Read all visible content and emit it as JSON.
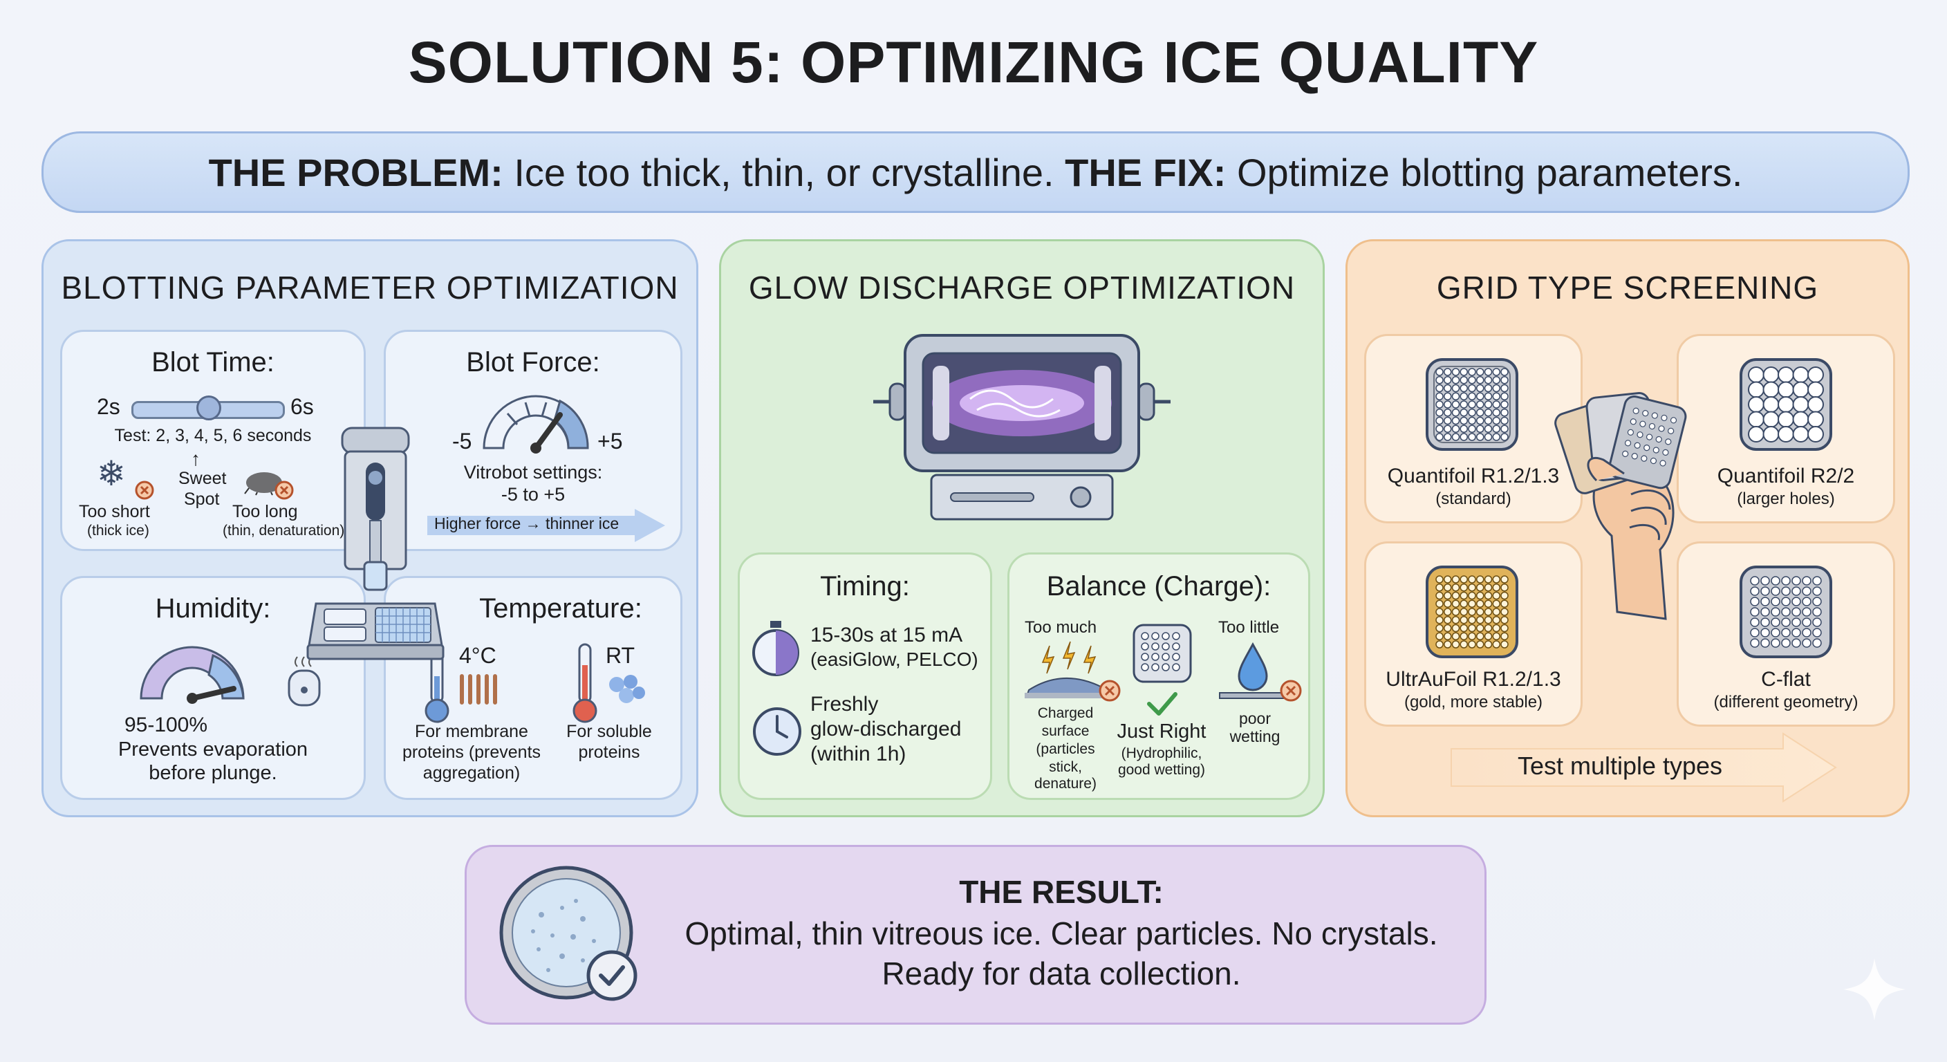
{
  "title": "SOLUTION 5: OPTIMIZING ICE QUALITY",
  "banner": {
    "problem_label": "THE PROBLEM:",
    "problem_text": " Ice too thick, thin, or crystalline. ",
    "fix_label": "THE FIX:",
    "fix_text": " Optimize blotting parameters."
  },
  "blotting": {
    "title": "BLOTTING PARAMETER OPTIMIZATION",
    "blot_time": {
      "title": "Blot Time:",
      "min": "2s",
      "max": "6s",
      "test": "Test: 2, 3, 4, 5, 6 seconds",
      "sweet_spot_1": "Sweet",
      "sweet_spot_2": "Spot",
      "too_short": "Too short",
      "too_short_note": "(thick ice)",
      "too_long": "Too long",
      "too_long_note": "(thin, denaturation)",
      "slider_position": 0.5
    },
    "blot_force": {
      "title": "Blot Force:",
      "min": "-5",
      "max": "+5",
      "settings_1": "Vitrobot settings:",
      "settings_2": "-5 to +5",
      "arrow_text": "Higher force → thinner ice"
    },
    "humidity": {
      "title": "Humidity:",
      "value": "95-100%",
      "desc_1": "Prevents evaporation",
      "desc_2": "before plunge."
    },
    "temperature": {
      "title": "Temperature:",
      "cold": "4°C",
      "rt": "RT",
      "cold_desc_1": "For membrane",
      "cold_desc_2": "proteins (prevents",
      "cold_desc_3": "aggregation)",
      "rt_desc_1": "For soluble",
      "rt_desc_2": "proteins"
    }
  },
  "glow": {
    "title": "GLOW DISCHARGE OPTIMIZATION",
    "timing": {
      "title": "Timing:",
      "line1": "15-30s at 15 mA",
      "line2": "(easiGlow, PELCO)",
      "fresh1": "Freshly",
      "fresh2": "glow-discharged",
      "fresh3": "(within 1h)"
    },
    "balance": {
      "title": "Balance (Charge):",
      "too_much": "Too much",
      "too_little": "Too little",
      "charged_1": "Charged",
      "charged_2": "surface",
      "charged_3": "(particles",
      "charged_4": "stick,",
      "charged_5": "denature)",
      "just_right": "Just Right",
      "just_right_1": "(Hydrophilic,",
      "just_right_2": "good wetting)",
      "poor_1": "poor",
      "poor_2": "wetting"
    }
  },
  "grid": {
    "title": "GRID TYPE SCREENING",
    "items": [
      {
        "name": "Quantifoil R1.2/1.3",
        "note": "(standard)"
      },
      {
        "name": "Quantifoil R2/2",
        "note": "(larger holes)"
      },
      {
        "name": "UltrAuFoil R1.2/1.3",
        "note": "(gold, more stable)"
      },
      {
        "name": "C-flat",
        "note": "(different geometry)"
      }
    ],
    "arrow_text": "Test multiple types"
  },
  "result": {
    "title": "THE RESULT:",
    "line1": "Optimal, thin vitreous ice. Clear particles. No crystals.",
    "line2": "Ready for data collection."
  },
  "colors": {
    "blue_panel": "#dbe7f6",
    "green_panel": "#dcefd9",
    "orange_panel": "#fbe2c8",
    "result_panel": "#e4d8f0",
    "banner": "#c4d7f3",
    "plasma": "#b77de8",
    "gold": "#e0b35a"
  }
}
